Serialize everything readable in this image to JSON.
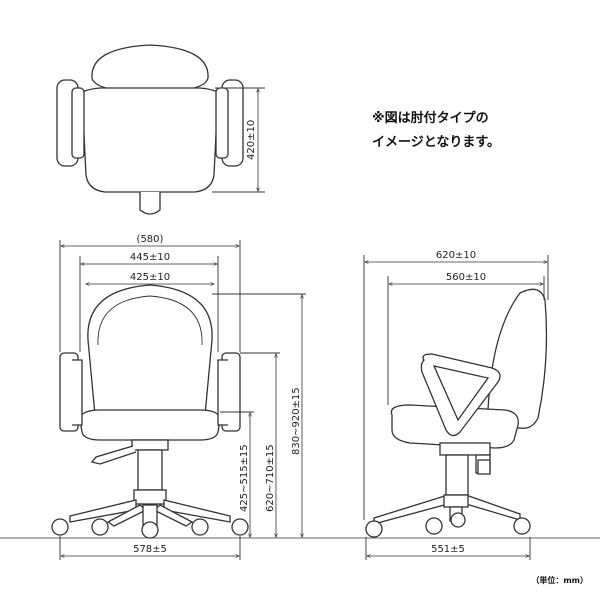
{
  "note": {
    "line1": "※図は肘付タイプの",
    "line2": "イメージとなります。"
  },
  "unit_label": "（単位：mm）",
  "dimensions": {
    "top_depth": "420±10",
    "front_overall": "(580)",
    "front_armrest_span": "445±10",
    "front_seat_width": "425±10",
    "front_base": "578±5",
    "height_seat": "425~515±15",
    "height_arm": "620~710±15",
    "height_total": "830~920±15",
    "side_overall": "620±10",
    "side_seat_depth": "560±10",
    "side_base": "551±5"
  }
}
